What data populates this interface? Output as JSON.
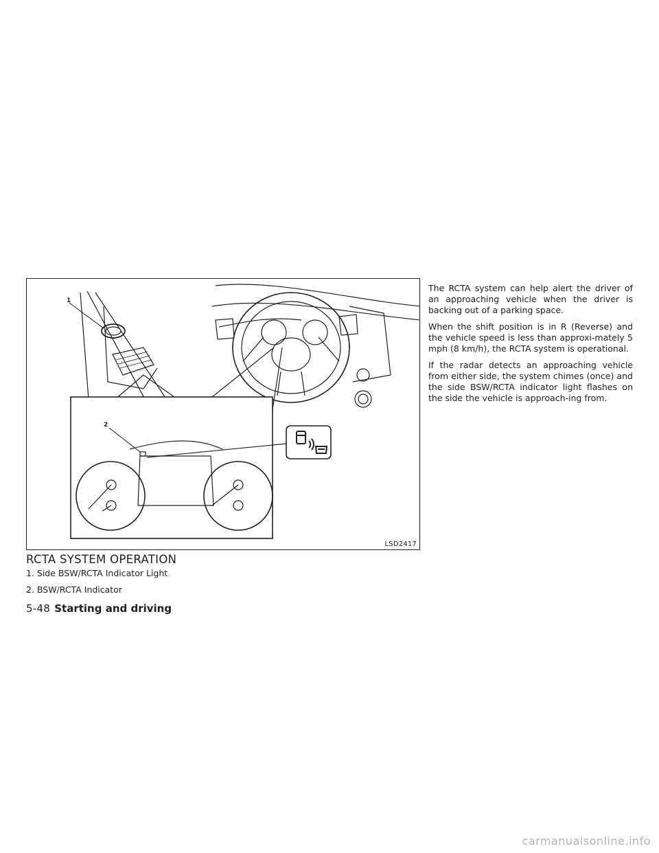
{
  "figure": {
    "code": "LSD2417",
    "callout_1": "1",
    "callout_2": "2"
  },
  "section": {
    "title": "RCTA SYSTEM OPERATION",
    "callouts": [
      "1. Side BSW/RCTA Indicator Light",
      "2. BSW/RCTA Indicator"
    ]
  },
  "footer": {
    "page_number": "5-48",
    "chapter": "Starting and driving"
  },
  "body": {
    "paragraphs": [
      "The RCTA system can help alert the driver of an approaching vehicle when the driver is backing out of a parking space.",
      "When the shift position is in R (Reverse) and the vehicle speed is less than approxi-mately 5 mph (8 km/h), the RCTA system is operational.",
      "If the radar detects an approaching vehicle from either side, the system chimes (once) and the side BSW/RCTA indicator light flashes on the side the vehicle is approach-ing from."
    ]
  },
  "watermark": "carmanualsonline.info"
}
